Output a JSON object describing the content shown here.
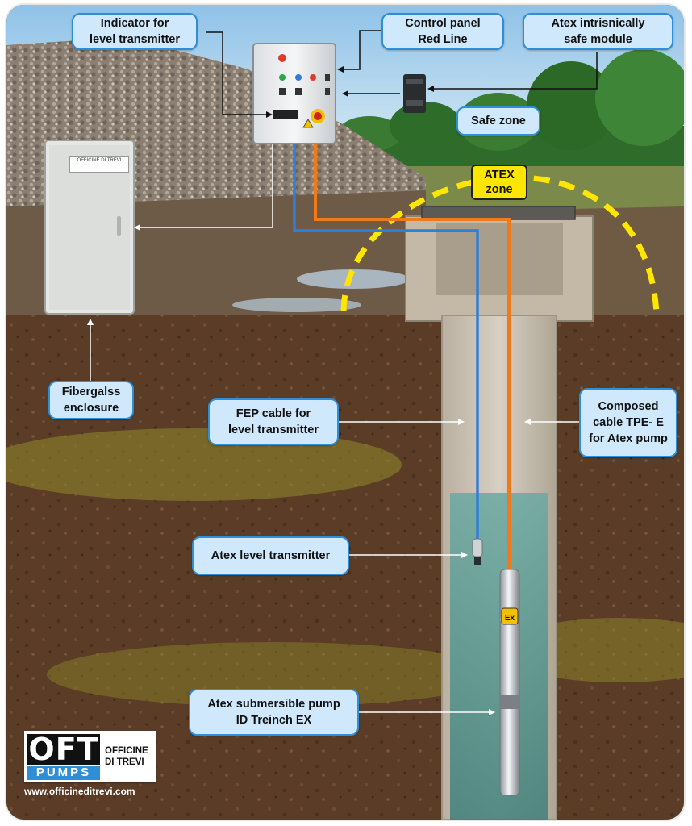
{
  "callouts": {
    "indicator": {
      "line1": "Indicator for",
      "line2": "level transmitter"
    },
    "control_panel": {
      "line1": "Control panel",
      "line2": "Red Line"
    },
    "atex_module": {
      "line1": "Atex intrisnically",
      "line2": "safe module"
    },
    "safe_zone": {
      "line1": "Safe zone"
    },
    "atex_zone": {
      "line1": "ATEX",
      "line2": "zone"
    },
    "fiberglass": {
      "line1": "Fibergalss",
      "line2": "enclosure"
    },
    "fep_cable": {
      "line1": "FEP cable for",
      "line2": "level transmitter"
    },
    "composed_cable": {
      "line1": "Composed",
      "line2": "cable TPE- E",
      "line3": "for Atex pump"
    },
    "level_transmitter": {
      "line1": "Atex level transmitter"
    },
    "submersible_pump": {
      "line1": "Atex submersible pump",
      "line2": "ID Treinch EX"
    }
  },
  "enclosure_plate": "OFFICINE DI TREVI",
  "pump_marking": "Ex",
  "logo": {
    "mark": "OFT",
    "sub": "PUMPS",
    "company_line1": "OFFICINE",
    "company_line2": "DI TREVI",
    "website": "www.officineditrevi.com"
  },
  "colors": {
    "callout_fill": "#cfe8fb",
    "callout_border": "#2f8ed8",
    "atex_zone_dash": "#ffe600",
    "transmitter_cable": "#2f7fd8",
    "pump_cable": "#f07a1a",
    "soil": "#5b3d27",
    "water": "#5c9a94"
  }
}
